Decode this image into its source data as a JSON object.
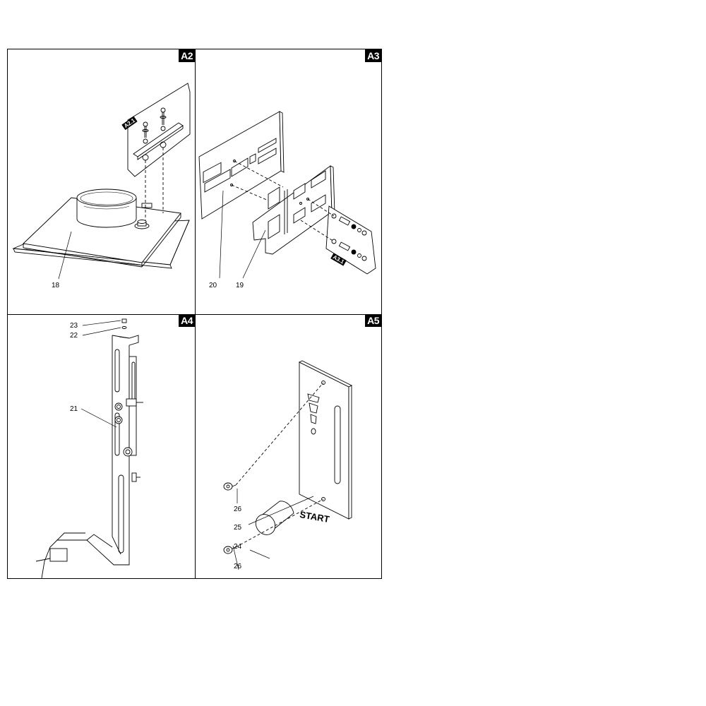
{
  "panels": {
    "a2": {
      "tag": "A2",
      "sub_tag": "A2.1",
      "callouts": [
        "18"
      ]
    },
    "a3": {
      "tag": "A3",
      "sub_tag": "A3.1",
      "callouts": [
        "20",
        "19"
      ]
    },
    "a4": {
      "tag": "A4",
      "callouts": [
        "23",
        "22",
        "21"
      ]
    },
    "a5": {
      "tag": "A5",
      "panel_text": "START",
      "callouts": [
        "26",
        "25",
        "24",
        "26"
      ]
    }
  },
  "colors": {
    "line": "#000000",
    "background": "#ffffff",
    "tag_bg": "#000000",
    "tag_fg": "#ffffff"
  }
}
